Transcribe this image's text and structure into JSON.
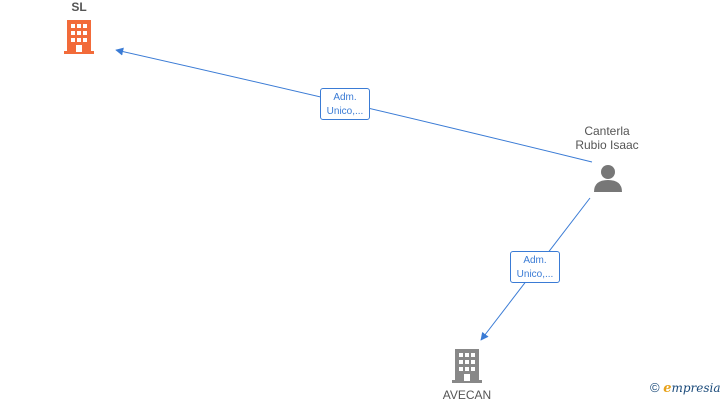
{
  "nodes": {
    "sl": {
      "label": "SL",
      "color": "#f26b3a",
      "icon": "building-icon"
    },
    "person": {
      "label_line1": "Canterla",
      "label_line2": "Rubio Isaac",
      "color": "#777777",
      "icon": "person-icon"
    },
    "avecan": {
      "label": "AVECAN",
      "color": "#888888",
      "icon": "building-icon"
    }
  },
  "edges": [
    {
      "from": "person",
      "to": "sl",
      "label_line1": "Adm.",
      "label_line2": "Unico,...",
      "color": "#3a7bd5"
    },
    {
      "from": "person",
      "to": "avecan",
      "label_line1": "Adm.",
      "label_line2": "Unico,...",
      "color": "#3a7bd5"
    }
  ],
  "watermark": {
    "copyright": "©",
    "brand_initial": "e",
    "brand_rest": "mpresia"
  }
}
